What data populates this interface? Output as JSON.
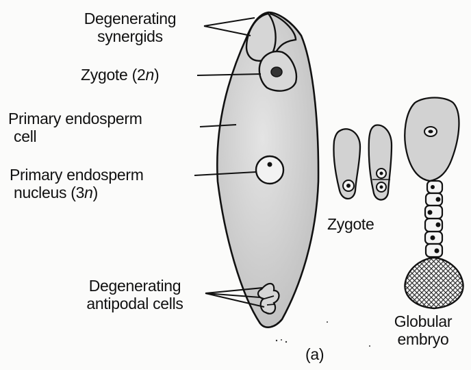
{
  "labels": {
    "degenerating_synergids": {
      "line1": "Degenerating",
      "line2": "synergids"
    },
    "zygote_2n": {
      "text": "Zygote (2",
      "italic": "n",
      "close": ")"
    },
    "primary_endosperm_cell": {
      "line1": "Primary endosperm",
      "line2": "cell"
    },
    "primary_endosperm_nucleus": {
      "line1": "Primary endosperm",
      "line2_text": "nucleus (3",
      "line2_italic": "n",
      "line2_close": ")"
    },
    "degenerating_antipodal": {
      "line1": "Degenerating",
      "line2": "antipodal cells"
    },
    "zygote": "Zygote",
    "globular_embryo": {
      "line1": "Globular",
      "line2": "embryo"
    },
    "panel": "(a)"
  },
  "colors": {
    "ink": "#111111",
    "cell_fill": "#c9c9c9",
    "light_fill": "#dedede",
    "background": "#fbfbfa"
  }
}
